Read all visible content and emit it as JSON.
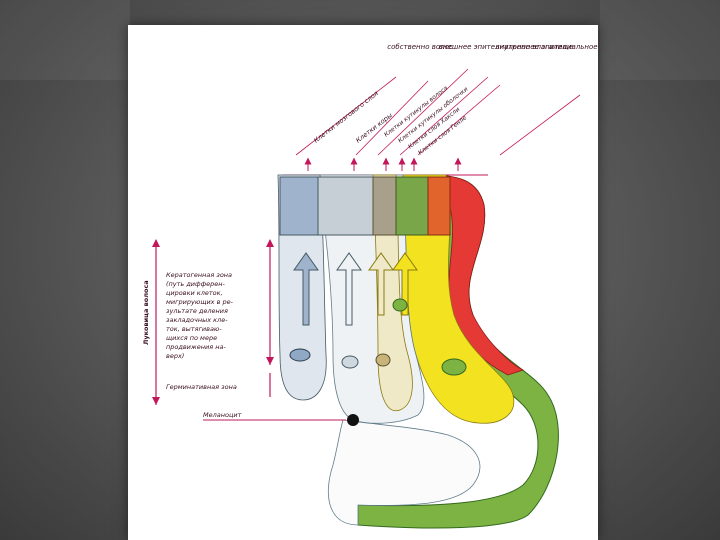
{
  "header_columns": [
    "собственно волос",
    "внешнее эпителиальное влагалище",
    "внутреннее эпителиальное влагалище"
  ],
  "layer_labels": [
    "Клетки мозгового слоя",
    "Клетки коры",
    "Клетки кутикулы волоса",
    "Клетки кутикулы оболочки",
    "Клетки слоя Хаксли",
    "Клетки слоя Генле"
  ],
  "zone_axis_label": "Луковица волоса",
  "keratogenous_zone": [
    "Кератогенная зона",
    "(путь дифферен-",
    "цировки клеток,",
    "мигрирующих в ре-",
    "зультате деления",
    "закладочных кле-",
    "ток, вытягиваю-",
    "щихся по мере",
    "продвижения на-",
    "верх)"
  ],
  "germinal_zone": "Герминативная зона",
  "melanocyte_label": "Меланоцит",
  "colors": {
    "arrow_magenta": "#c2185b",
    "inner_red": "#e53935",
    "cuticle_yellow": "#f2e21f",
    "germinal_green": "#7cb342",
    "cortex_blue": "#8fa8c4"
  }
}
